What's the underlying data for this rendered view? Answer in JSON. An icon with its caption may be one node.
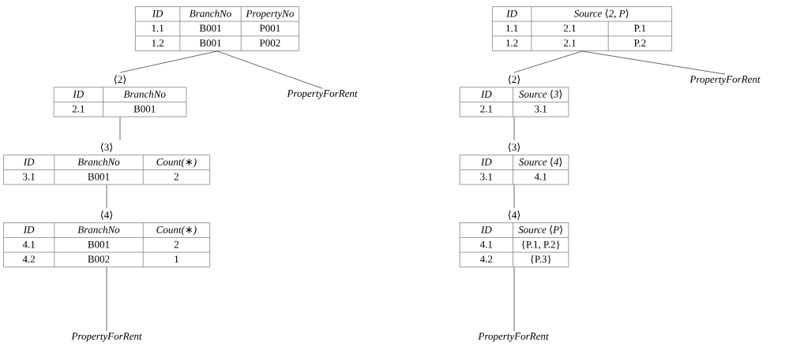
{
  "diagram": {
    "nodes": [
      {
        "text": [
          "ID",
          "BranchNo",
          "PropertyNo",
          "1.1",
          "B001",
          "P001",
          "1.2",
          "B001",
          "P002"
        ]
      },
      {
        "text": [
          "⟨2⟩",
          "ID",
          "BranchNo",
          "2.1",
          "B001"
        ]
      },
      {
        "text": [
          "PropertyForRent"
        ]
      },
      {
        "text": [
          "⟨3⟩",
          "ID",
          "BranchNo",
          "Count(∗)",
          "3.1",
          "B001",
          "2"
        ]
      },
      {
        "text": [
          "⟨4⟩",
          "ID",
          "BranchNo",
          "Count(∗)",
          "4.1",
          "B001",
          "2",
          "4.2",
          "B002",
          "1"
        ]
      },
      {
        "text": [
          "PropertyForRent"
        ]
      },
      {
        "text": [
          "ID",
          "Source ⟨2, P⟩",
          "1.1",
          "2.1",
          "P.1",
          "1.2",
          "2.1",
          "P.2"
        ]
      },
      {
        "text": [
          "⟨2⟩",
          "ID",
          "Source ⟨3⟩",
          "2.1",
          "3.1"
        ]
      },
      {
        "text": [
          "PropertyForRent"
        ]
      },
      {
        "text": [
          "⟨3⟩",
          "ID",
          "Source ⟨4⟩",
          "3.1",
          "4.1"
        ]
      },
      {
        "text": [
          "⟨4⟩",
          "ID",
          "Source ⟨P⟩",
          "4.1",
          "{P.1, P.2}",
          "4.2",
          "{P.3}"
        ]
      },
      {
        "text": [
          "PropertyForRent"
        ]
      }
    ],
    "edges": [
      {
        "from": 0,
        "to": 1,
        "arrow": "none"
      },
      {
        "from": 0,
        "to": 2,
        "arrow": "none"
      },
      {
        "from": 1,
        "to": 3,
        "arrow": "none"
      },
      {
        "from": 3,
        "to": 4,
        "arrow": "none"
      },
      {
        "from": 4,
        "to": 5,
        "arrow": "none"
      },
      {
        "from": 6,
        "to": 7,
        "arrow": "none"
      },
      {
        "from": 6,
        "to": 8,
        "arrow": "none"
      },
      {
        "from": 7,
        "to": 9,
        "arrow": "none"
      },
      {
        "from": 9,
        "to": 10,
        "arrow": "none"
      },
      {
        "from": 10,
        "to": 11,
        "arrow": "none"
      }
    ]
  }
}
